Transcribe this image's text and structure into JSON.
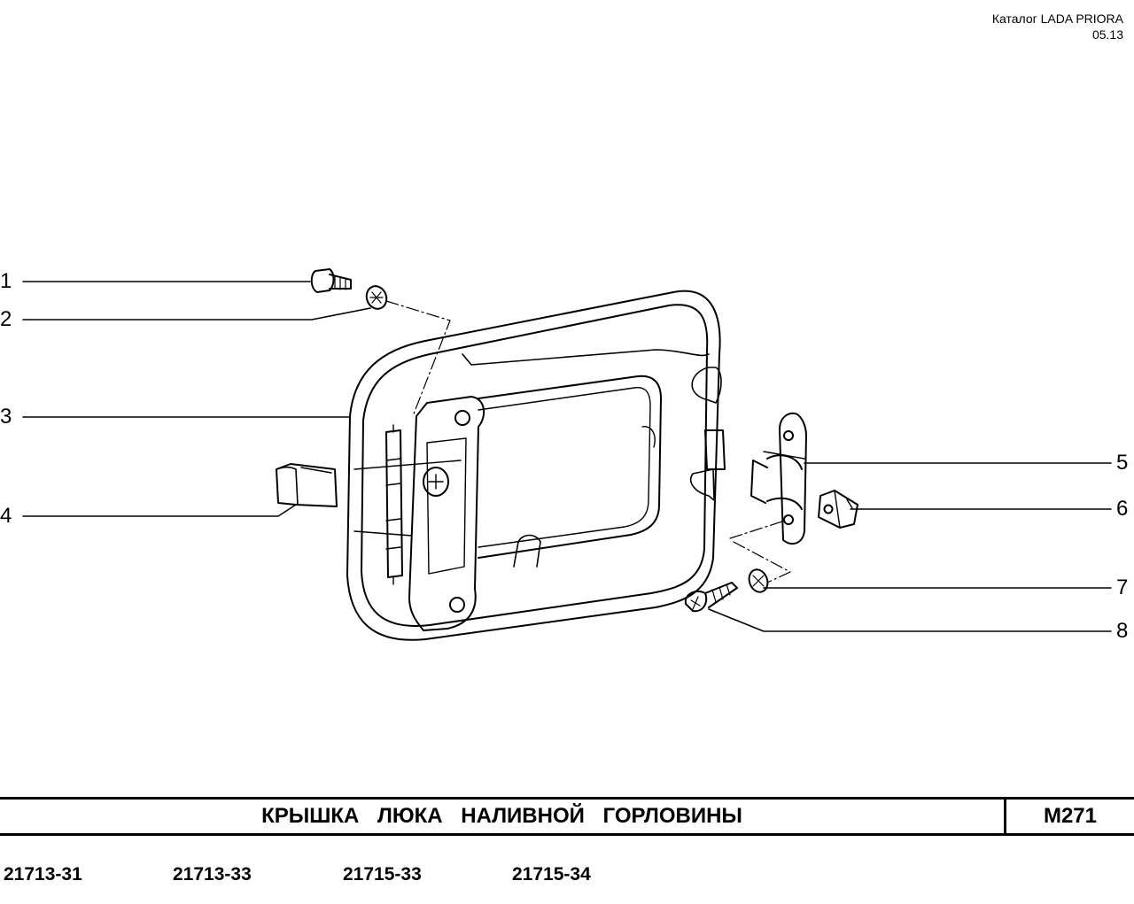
{
  "header": {
    "catalog": "Каталог  LADA  PRIORA",
    "date": "05.13"
  },
  "callouts": [
    "1",
    "2",
    "3",
    "4",
    "5",
    "6",
    "7",
    "8"
  ],
  "title": "КРЫШКА  ЛЮКА  НАЛИВНОЙ  ГОРЛОВИНЫ",
  "page_code": "M271",
  "models": [
    "21713-31",
    "21713-33",
    "21715-33",
    "21715-34"
  ]
}
